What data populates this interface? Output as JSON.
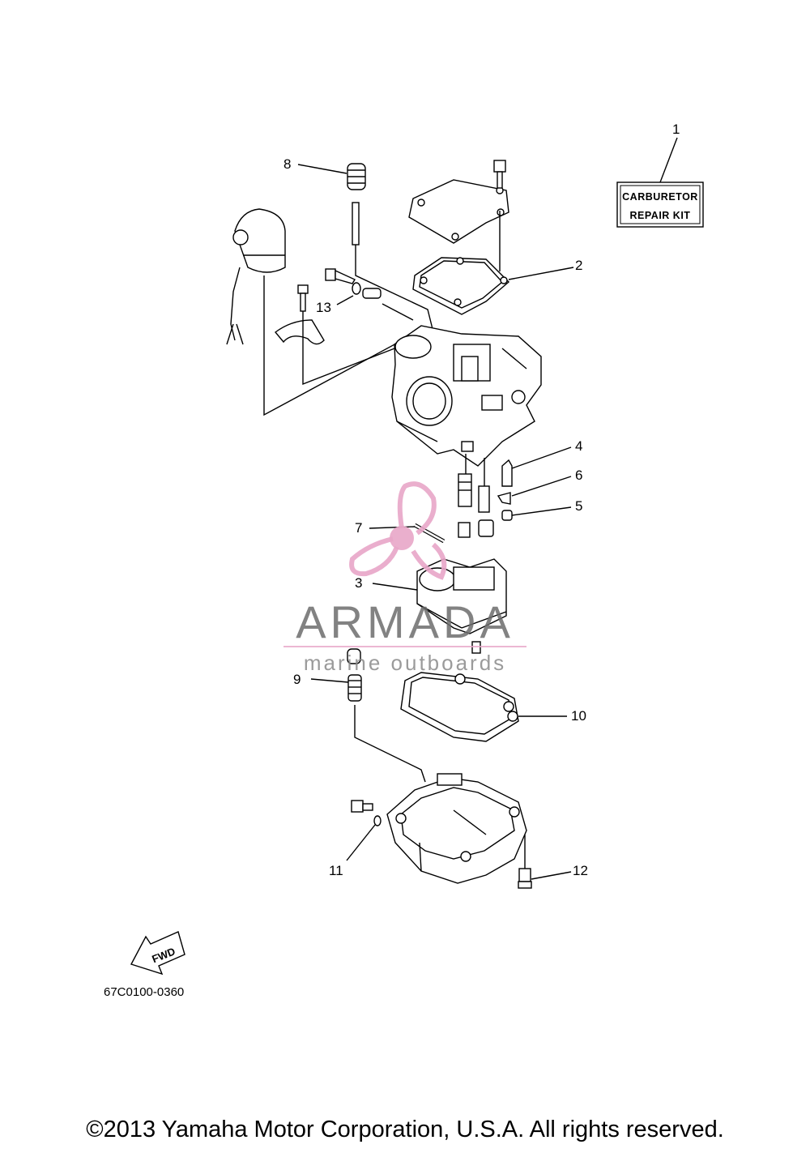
{
  "callouts": {
    "c1": "1",
    "c2": "2",
    "c3": "3",
    "c4": "4",
    "c5": "5",
    "c6": "6",
    "c7": "7",
    "c8": "8",
    "c9": "9",
    "c10": "10",
    "c11": "11",
    "c12": "12",
    "c13": "13"
  },
  "kit_label": {
    "line1": "CARBURETOR",
    "line2": "REPAIR KIT"
  },
  "fwd_label": "FWD",
  "diagram_code": "67C0100-0360",
  "watermark": {
    "brand": "ARMADA",
    "tagline": "marine outboards"
  },
  "copyright": "©2013 Yamaha Motor Corporation, U.S.A. All rights reserved.",
  "colors": {
    "ink": "#000000",
    "watermark_pink": "#e8a6c8",
    "watermark_gray": "#6d6d6d"
  }
}
